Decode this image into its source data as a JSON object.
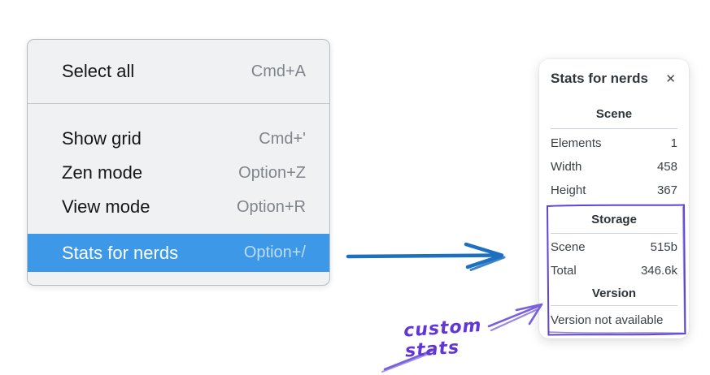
{
  "context_menu": {
    "selection_color": "#3d99e8",
    "groups": [
      {
        "items": [
          {
            "label": "Select all",
            "shortcut": "Cmd+A"
          }
        ]
      },
      {
        "items": [
          {
            "label": "Show grid",
            "shortcut": "Cmd+'"
          },
          {
            "label": "Zen mode",
            "shortcut": "Option+Z"
          },
          {
            "label": "View mode",
            "shortcut": "Option+R"
          },
          {
            "label": "Stats for nerds",
            "shortcut": "Option+/",
            "selected": true
          }
        ]
      }
    ]
  },
  "stats_panel": {
    "title": "Stats for nerds",
    "close_icon": "✕",
    "sections": [
      {
        "heading": "Scene",
        "rows": [
          [
            "Elements",
            "1"
          ],
          [
            "Width",
            "458"
          ],
          [
            "Height",
            "367"
          ]
        ]
      },
      {
        "heading": "Storage",
        "rows": [
          [
            "Scene",
            "515b"
          ],
          [
            "Total",
            "346.6k"
          ]
        ]
      },
      {
        "heading": "Version",
        "note": "Version not available"
      }
    ]
  },
  "annotations": {
    "custom_stats_label": "custom stats",
    "purple_color": "#6741d9",
    "blue_arrow_color": "#1d6fc0"
  }
}
